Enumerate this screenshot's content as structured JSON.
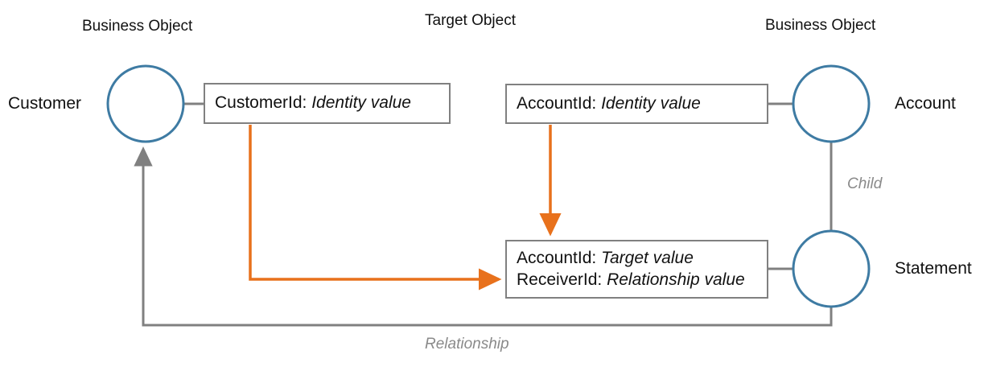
{
  "diagram": {
    "title_headers": [
      {
        "name": "business-object-left",
        "text": "Business Object"
      },
      {
        "name": "target-object",
        "text": "Target Object"
      },
      {
        "name": "business-object-right",
        "text": "Business Object"
      }
    ],
    "entities": [
      {
        "name": "customer",
        "label": "Customer"
      },
      {
        "name": "account",
        "label": "Account"
      },
      {
        "name": "statement",
        "label": "Statement"
      }
    ],
    "attribute_boxes": [
      {
        "name": "customer-id-box",
        "lines": [
          {
            "key": "CustomerId:",
            "value": "Identity value"
          }
        ]
      },
      {
        "name": "account-id-box",
        "lines": [
          {
            "key": "AccountId:",
            "value": "Identity value"
          }
        ]
      },
      {
        "name": "statement-keys-box",
        "lines": [
          {
            "key": "AccountId:",
            "value": "Target value"
          },
          {
            "key": "ReceiverId:",
            "value": "Relationship value"
          }
        ]
      }
    ],
    "relationship_labels": [
      {
        "name": "child-label",
        "text": "Child"
      },
      {
        "name": "relationship-label",
        "text": "Relationship"
      }
    ],
    "colors": {
      "circle_stroke": "#3E7BA3",
      "connector_gray": "#808080",
      "flow_orange": "#E8711C",
      "box_border": "#808080",
      "text": "#111111",
      "label_gray": "#8a8a8a",
      "background": "#ffffff"
    }
  }
}
